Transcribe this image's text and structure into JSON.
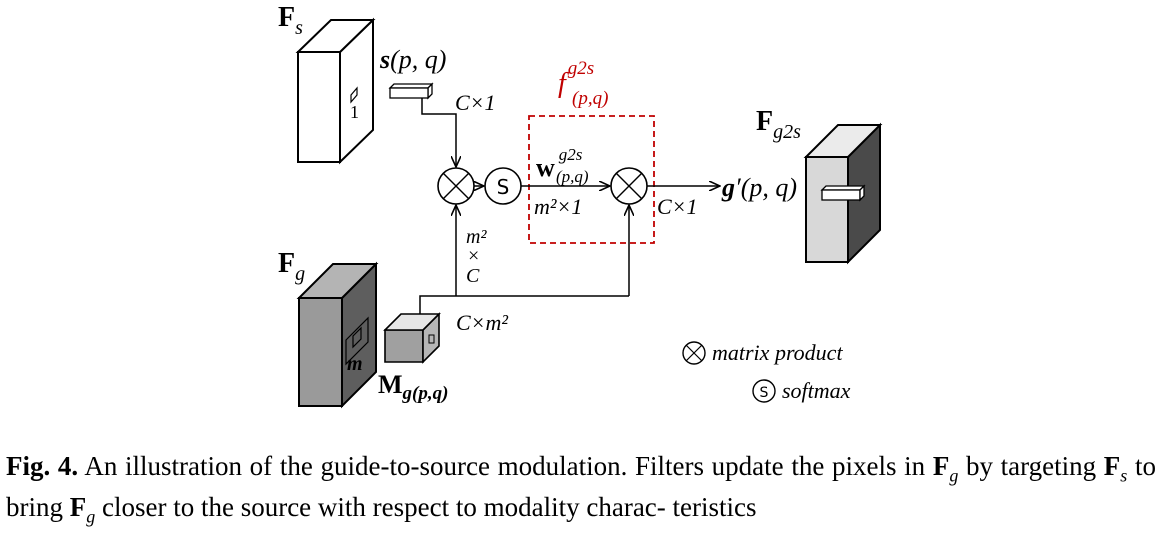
{
  "labels": {
    "fs": "F",
    "fs_sub": "s",
    "fg": "F",
    "fg_sub": "g",
    "fg2s": "F",
    "fg2s_sub": "g2s",
    "s_pq": "s",
    "s_pq_args": "(p, q)",
    "one": "1",
    "m": "m",
    "c_x_1_top": "C×1",
    "c_x_1_right": "C×1",
    "m2_x_1": "m²×1",
    "m2_vertical": [
      "m²",
      "×",
      "C"
    ],
    "c_x_m2": "C×m²",
    "f_g2s": "f",
    "f_g2s_sup": "g2s",
    "f_g2s_sub": "(p,q)",
    "w_g2s": "w",
    "w_g2s_sup": "g2s",
    "w_g2s_sub": "(p,q)",
    "g_prime": "g",
    "g_prime_rest": "′(p, q)",
    "m_g": "M",
    "m_g_sub": "g(p,q)",
    "softmax_symbol": "S"
  },
  "legend": {
    "matrix_product": "matrix product",
    "softmax": "softmax"
  },
  "caption": {
    "label": "Fig. 4.",
    "text": [
      {
        "t": " An illustration of the guide-to-source modulation. Filters update the pixels in "
      },
      {
        "b": "F"
      },
      {
        "sub": "g"
      },
      {
        "t": " by targeting "
      },
      {
        "b": "F"
      },
      {
        "sub": "s"
      },
      {
        "t": " to bring "
      },
      {
        "b": "F"
      },
      {
        "sub": "g"
      },
      {
        "t": " closer to the source with respect to modality charac- teristics"
      }
    ]
  },
  "colors": {
    "fs_face": "#ffffff",
    "fg_front": "#9a9a9a",
    "fg_side": "#5e5e5e",
    "fg2s_front": "#d8d8d8",
    "fg2s_side": "#4a4a4a",
    "mg_front": "#a0a0a0",
    "dashed_box": "#c00000"
  }
}
